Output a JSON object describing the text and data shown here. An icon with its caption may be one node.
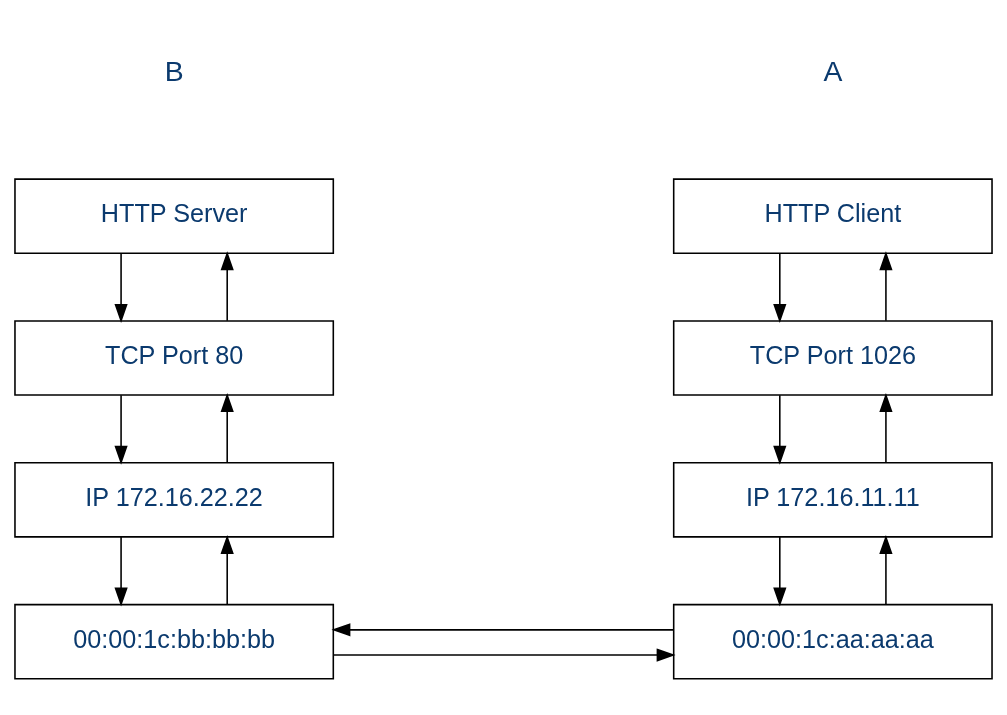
{
  "diagram": {
    "nodes": [
      {
        "text": [
          "HTTP Client"
        ]
      },
      {
        "text": [
          "TCP Port 1026"
        ]
      },
      {
        "text": [
          "IP 172.16.11.11"
        ]
      },
      {
        "text": [
          "00:00:1c:aa:aa:aa"
        ]
      },
      {
        "text": [
          "HTTP Server"
        ]
      },
      {
        "text": [
          "TCP Port 80"
        ]
      },
      {
        "text": [
          "IP 172.16.22.22"
        ]
      },
      {
        "text": [
          "00:00:1c:bb:bb:bb"
        ]
      }
    ],
    "edges": [
      {
        "from": 0,
        "to": 1,
        "arrow": "to"
      },
      {
        "from": 1,
        "to": 0,
        "arrow": "to"
      },
      {
        "from": 1,
        "to": 2,
        "arrow": "to"
      },
      {
        "from": 2,
        "to": 1,
        "arrow": "to"
      },
      {
        "from": 2,
        "to": 3,
        "arrow": "to"
      },
      {
        "from": 3,
        "to": 2,
        "arrow": "to"
      },
      {
        "from": 4,
        "to": 5,
        "arrow": "to"
      },
      {
        "from": 5,
        "to": 4,
        "arrow": "to"
      },
      {
        "from": 5,
        "to": 6,
        "arrow": "to"
      },
      {
        "from": 6,
        "to": 5,
        "arrow": "to"
      },
      {
        "from": 6,
        "to": 7,
        "arrow": "to"
      },
      {
        "from": 7,
        "to": 6,
        "arrow": "to"
      },
      {
        "from": 7,
        "to": 3,
        "arrow": "to"
      },
      {
        "from": 3,
        "to": 7,
        "arrow": "to"
      }
    ],
    "labels": [
      "A",
      "B"
    ]
  }
}
